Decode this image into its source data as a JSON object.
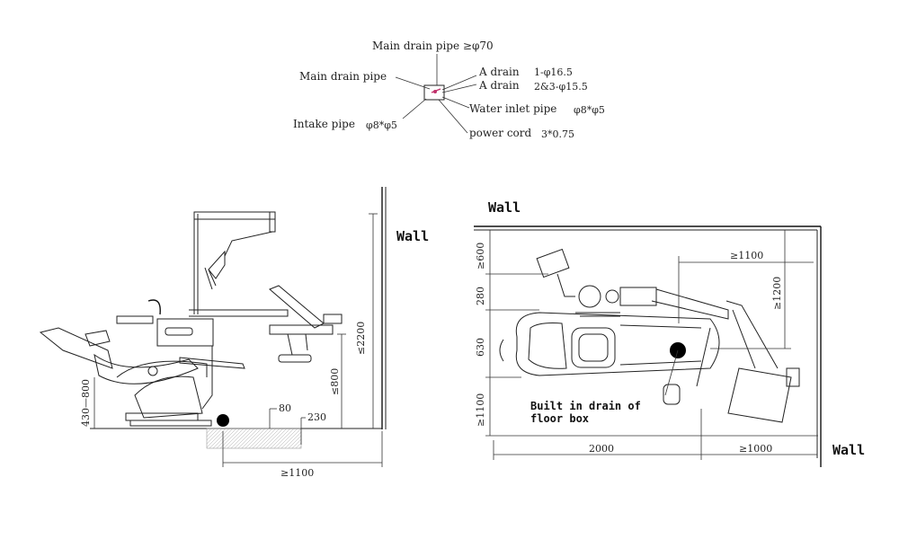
{
  "legend": {
    "main_drain_top": "Main drain pipe ≥φ70",
    "main_drain_left": "Main drain pipe",
    "a_drain_1": "A drain",
    "a_drain_1_val": "1-φ16.5",
    "a_drain_2": "A drain",
    "a_drain_2_val": "2&3-φ15.5",
    "water_inlet": "Water inlet pipe",
    "water_inlet_val": "φ8*φ5",
    "intake": "Intake pipe",
    "intake_val": "φ8*φ5",
    "power": "power cord",
    "power_val": "3*0.75"
  },
  "side_view": {
    "wall": "Wall",
    "dim_2200": "≤2200",
    "dim_800": "≤800",
    "dim_430_800": "430—800",
    "dim_80": "80",
    "dim_230": "230",
    "dim_1100": "≥1100"
  },
  "top_view": {
    "wall_top": "Wall",
    "wall_right": "Wall",
    "dim_1100_top": "≥1100",
    "dim_1200": "≥1200",
    "dim_600": "≥600",
    "dim_280": "280",
    "dim_630": "630",
    "dim_1100_left": "≥1100",
    "dim_2000": "2000",
    "dim_1000": "≥1000",
    "note_line1": "Built in drain of",
    "note_line2": "floor box"
  }
}
